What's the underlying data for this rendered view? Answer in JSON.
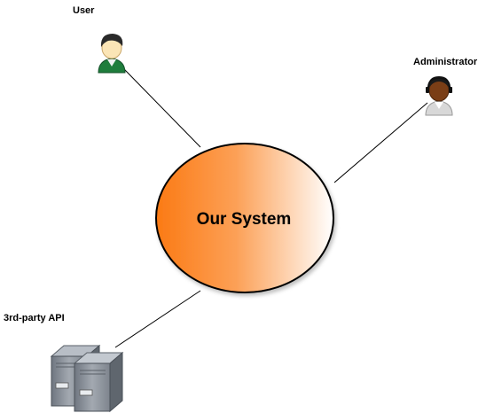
{
  "diagram": {
    "system": {
      "label": "Our System"
    },
    "actors": {
      "user": {
        "label": "User",
        "icon": "user-person-icon"
      },
      "admin": {
        "label": "Administrator",
        "icon": "administrator-person-icon"
      },
      "api": {
        "label": "3rd-party API",
        "icon": "server-rack-icon"
      }
    },
    "colors": {
      "system_fill_start": "#fb7f1c",
      "system_fill_end": "#ffffff",
      "outline": "#000000",
      "connector": "#000000"
    }
  }
}
